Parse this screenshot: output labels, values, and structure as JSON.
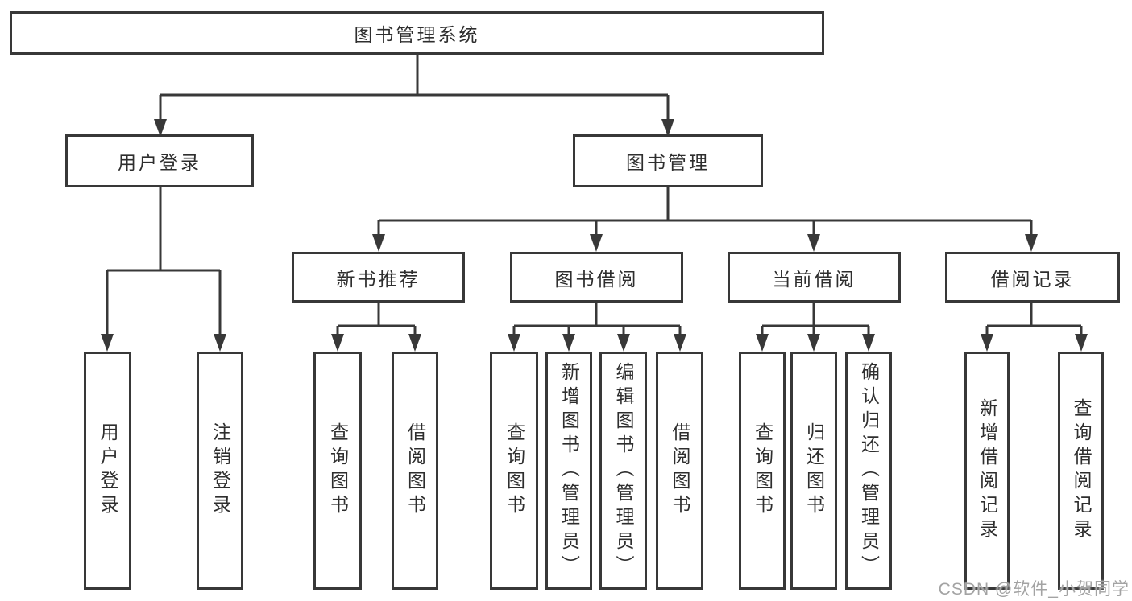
{
  "diagram": {
    "root": {
      "label": "图书管理系统"
    },
    "branches": [
      {
        "label": "用户登录",
        "children": [
          {
            "label": "用户登录"
          },
          {
            "label": "注销登录"
          }
        ]
      },
      {
        "label": "图书管理",
        "children": [
          {
            "label": "新书推荐",
            "children": [
              {
                "label": "查询图书"
              },
              {
                "label": "借阅图书"
              }
            ]
          },
          {
            "label": "图书借阅",
            "children": [
              {
                "label": "查询图书"
              },
              {
                "label": "新增图书（管理员）"
              },
              {
                "label": "编辑图书（管理员）"
              },
              {
                "label": "借阅图书"
              }
            ]
          },
          {
            "label": "当前借阅",
            "children": [
              {
                "label": "查询图书"
              },
              {
                "label": "归还图书"
              },
              {
                "label": "确认归还（管理员）"
              }
            ]
          },
          {
            "label": "借阅记录",
            "children": [
              {
                "label": "新增借阅记录"
              },
              {
                "label": "查询借阅记录"
              }
            ]
          }
        ]
      }
    ]
  },
  "watermark": {
    "text": "CSDN @软件_小贺同学"
  },
  "colors": {
    "line": "#383838",
    "box_border": "#383838",
    "box_fill": "#ffffff",
    "text": "#2e2e2e",
    "watermark": "#a3a3a3",
    "background": "#ffffff"
  }
}
